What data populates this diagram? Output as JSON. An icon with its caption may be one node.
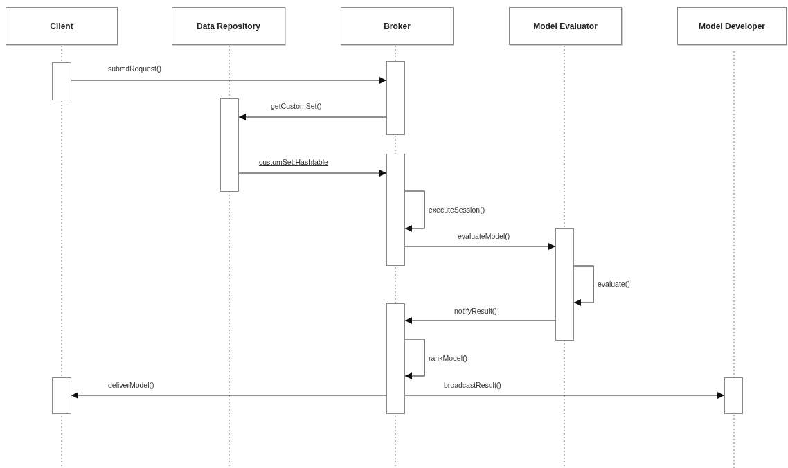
{
  "diagram": {
    "nodes": [
      {
        "text": [
          "Client"
        ]
      },
      {
        "text": [
          "Data Repository"
        ]
      },
      {
        "text": [
          "Broker"
        ]
      },
      {
        "text": [
          "Model Evaluator"
        ]
      },
      {
        "text": [
          "Model Developer"
        ]
      },
      {
        "text": [],
        "shape": "bar"
      },
      {
        "text": [],
        "shape": "bar"
      },
      {
        "text": [],
        "shape": "bar"
      },
      {
        "text": [],
        "shape": "bar"
      },
      {
        "text": [],
        "shape": "bar"
      },
      {
        "text": [],
        "shape": "bar"
      },
      {
        "text": [],
        "shape": "bar"
      },
      {
        "text": [],
        "shape": "bar"
      }
    ],
    "edges": [
      {
        "from": 5,
        "to": 8,
        "arrow": "to",
        "label": "submitRequest()"
      },
      {
        "from": 8,
        "to": 7,
        "arrow": "to",
        "label": "getCustomSet()"
      },
      {
        "from": 7,
        "to": 9,
        "arrow": "to",
        "label": "customSet:Hashtable"
      },
      {
        "from": 9,
        "to": 9,
        "arrow": "to",
        "label": "executeSession()"
      },
      {
        "from": 9,
        "to": 11,
        "arrow": "to",
        "label": "evaluateModel()"
      },
      {
        "from": 11,
        "to": 11,
        "arrow": "to",
        "label": "evaluate()"
      },
      {
        "from": 11,
        "to": 10,
        "arrow": "to",
        "label": "notifyResult()"
      },
      {
        "from": 10,
        "to": 10,
        "arrow": "to",
        "label": "rankModel()"
      },
      {
        "from": 10,
        "to": 6,
        "arrow": "to",
        "label": "deliverModel()"
      },
      {
        "from": 10,
        "to": 12,
        "arrow": "to",
        "label": "broadcastResult()"
      }
    ]
  }
}
